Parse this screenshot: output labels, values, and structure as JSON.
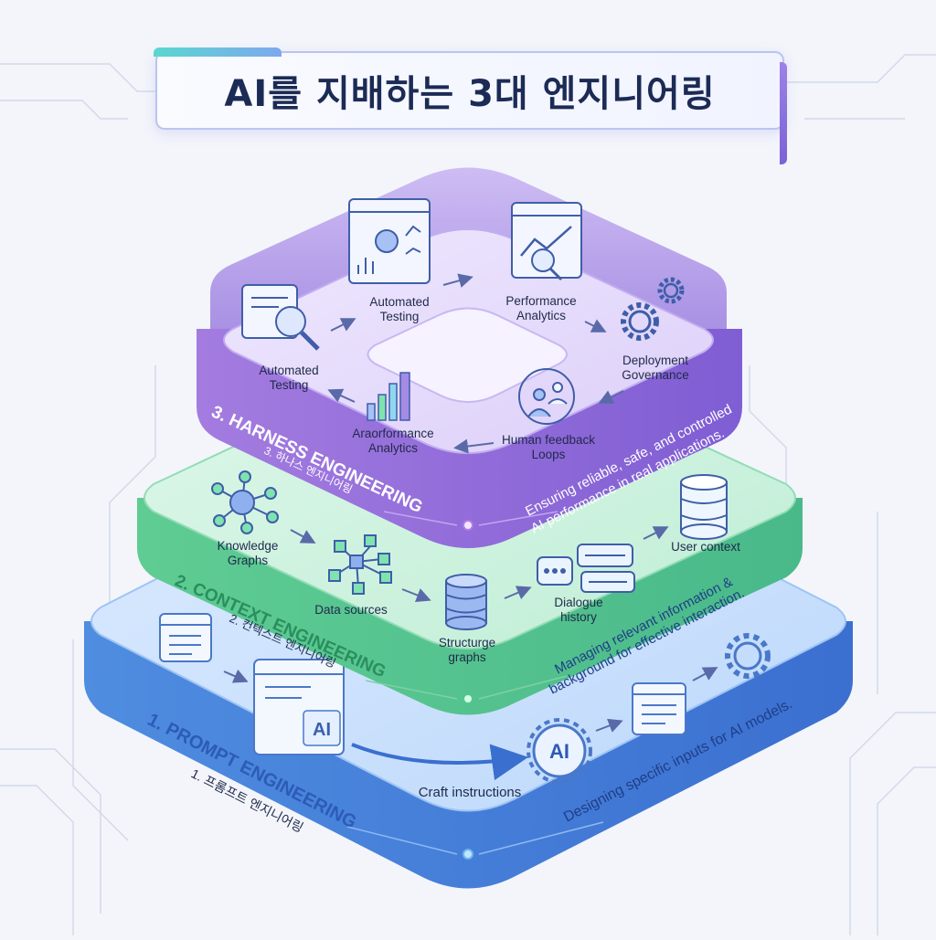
{
  "title": "AI를 지배하는 3대 엔지니어링",
  "layers": {
    "harness": {
      "number_label": "3. HARNESS ENGINEERING",
      "korean_label": "3. 하나스 엔지니어링",
      "description_line1": "Ensuring reliable, safe, and controlled",
      "description_line2": "AI performance in real applications.",
      "steps": [
        {
          "line1": "Automated",
          "line2": "Testing"
        },
        {
          "line1": "Automated",
          "line2": "Testing"
        },
        {
          "line1": "Performance",
          "line2": "Analytics"
        },
        {
          "line1": "Deployment",
          "line2": "Governance"
        },
        {
          "line1": "Human feedback",
          "line2": "Loops"
        },
        {
          "line1": "Araorformance",
          "line2": "Analytics"
        }
      ]
    },
    "context": {
      "number_label": "2. CONTEXT ENGINEERING",
      "korean_label": "2. 컨텍스트 엔지니어링",
      "description_line1": "Managing relevant information &",
      "description_line2": "background for effective interaction.",
      "steps": [
        {
          "line1": "Knowledge",
          "line2": "Graphs"
        },
        {
          "line1": "Data sources",
          "line2": ""
        },
        {
          "line1": "Structurge",
          "line2": "graphs"
        },
        {
          "line1": "Dialogue",
          "line2": "history"
        },
        {
          "line1": "User context",
          "line2": ""
        }
      ]
    },
    "prompt": {
      "number_label": "1. PROMPT ENGINEERING",
      "korean_label": "1. 프롬프트 엔지니어링",
      "description_line1": "Designing specific inputs for AI models.",
      "ai_badge": "AI",
      "ai_chip": "AI",
      "step_label": "Craft instructions"
    }
  },
  "colors": {
    "harness": "#a58ae6",
    "context": "#6fd6a2",
    "prompt": "#74a9ea",
    "title_text": "#1c2b55",
    "label_text": "#1f2a4a"
  }
}
